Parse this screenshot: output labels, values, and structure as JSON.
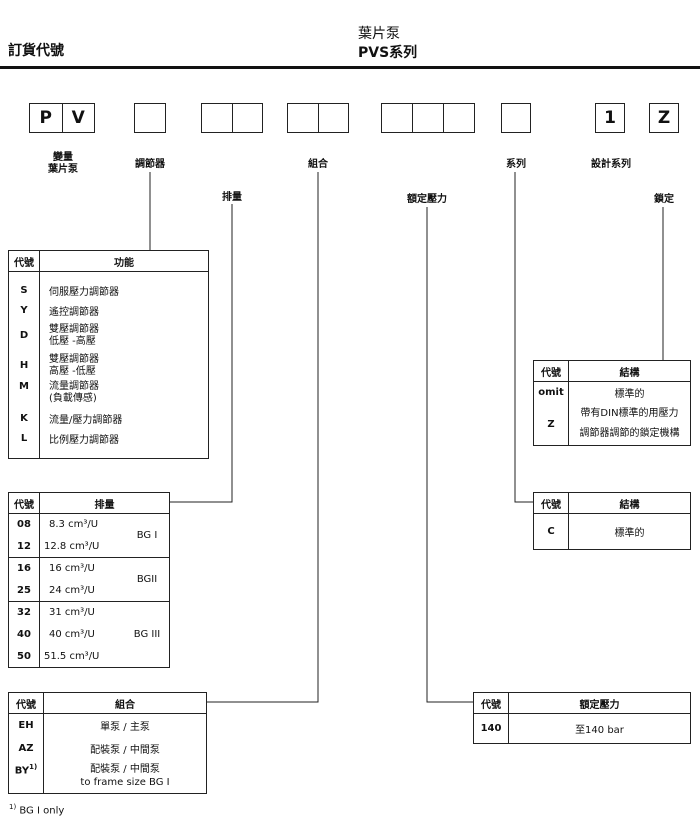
{
  "header": {
    "left_title": "訂貨代號",
    "product_name": "葉片泵",
    "series_name": "PVS系列"
  },
  "code_boxes": {
    "pv": [
      "P",
      "V"
    ],
    "design": "1",
    "lock": "Z"
  },
  "labels": {
    "pv": "變量\n葉片泵",
    "regulator": "調節器",
    "displacement": "排量",
    "combination": "組合",
    "pressure": "額定壓力",
    "series": "系列",
    "design": "設計系列",
    "lock": "鎖定"
  },
  "regulator_table": {
    "headers": [
      "代號",
      "功能"
    ],
    "rows": [
      {
        "code": "S",
        "text": "伺服壓力調節器"
      },
      {
        "code": "Y",
        "text": "遙控調節器"
      },
      {
        "code": "D",
        "text": "雙壓調節器\n低壓 -高壓"
      },
      {
        "code": "H",
        "text": "雙壓調節器\n高壓 -低壓"
      },
      {
        "code": "M",
        "text": "流量調節器\n(負載傳感)"
      },
      {
        "code": "K",
        "text": "流量/壓力調節器"
      },
      {
        "code": "L",
        "text": "比例壓力調節器"
      }
    ]
  },
  "displacement_table": {
    "headers": [
      "代號",
      "排量"
    ],
    "groups": [
      {
        "size": "BG I",
        "rows": [
          {
            "code": "08",
            "value": "8.3 cm³/U"
          },
          {
            "code": "12",
            "value": "12.8 cm³/U"
          }
        ]
      },
      {
        "size": "BGII",
        "rows": [
          {
            "code": "16",
            "value": "16  cm³/U"
          },
          {
            "code": "25",
            "value": "24  cm³/U"
          }
        ]
      },
      {
        "size": "BG III",
        "rows": [
          {
            "code": "32",
            "value": "31  cm³/U"
          },
          {
            "code": "40",
            "value": "40  cm³/U"
          },
          {
            "code": "50",
            "value": "51.5 cm³/U"
          }
        ]
      }
    ]
  },
  "combination_table": {
    "headers": [
      "代號",
      "組合"
    ],
    "rows": [
      {
        "code": "EH",
        "text": "單泵 / 主泵"
      },
      {
        "code": "AZ",
        "text": "配裝泵 / 中間泵"
      },
      {
        "code": "BY",
        "code_sup": "1)",
        "text": "配裝泵 / 中間泵\nto frame size BG I"
      }
    ]
  },
  "lock_table": {
    "headers": [
      "代號",
      "結構"
    ],
    "rows": [
      {
        "code": "omit",
        "text": "標準的"
      },
      {
        "code": "Z",
        "text": "帶有DIN標準的用壓力\n調節器調節的鎖定機構"
      }
    ]
  },
  "series_table": {
    "headers": [
      "代號",
      "結構"
    ],
    "rows": [
      {
        "code": "C",
        "text": "標準的"
      }
    ]
  },
  "pressure_table": {
    "headers": [
      "代號",
      "額定壓力"
    ],
    "rows": [
      {
        "code": "140",
        "text": "至140 bar"
      }
    ]
  },
  "footnote": {
    "mark": "1)",
    "text": "BG I only"
  }
}
